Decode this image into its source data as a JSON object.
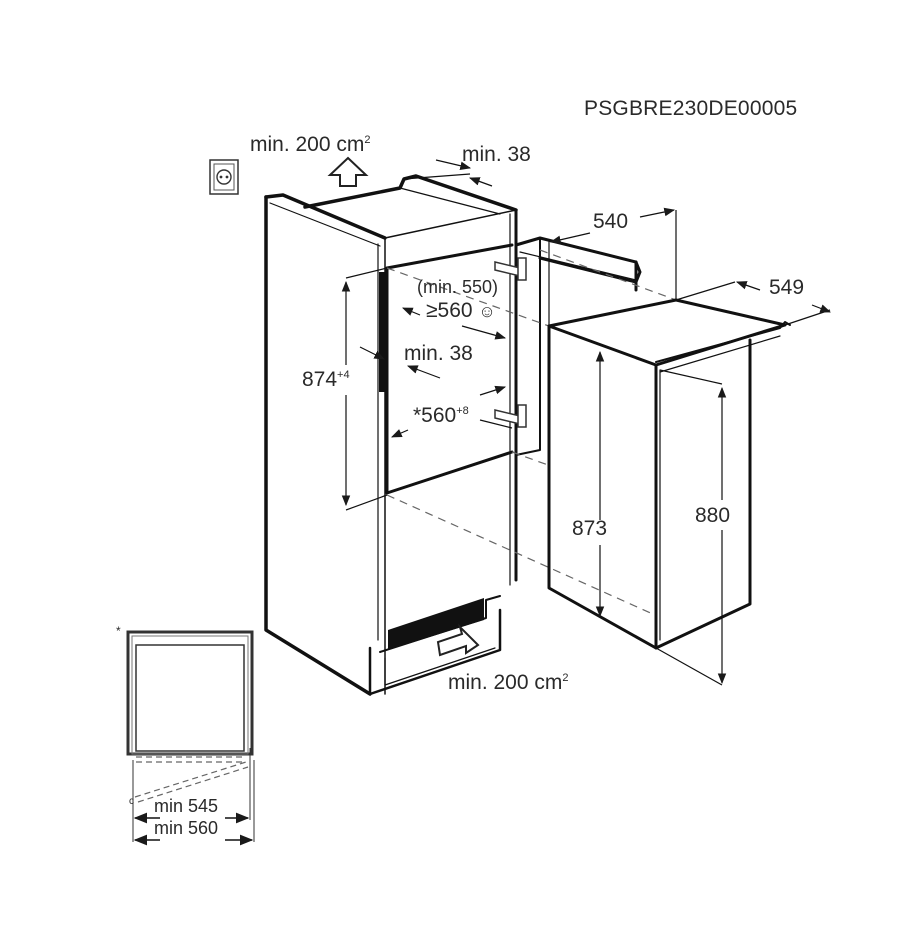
{
  "diagram": {
    "code": "PSGBRE230DE00005",
    "labels": {
      "vent_top": "min. 200 cm",
      "vent_top_sup": "2",
      "gap_top": "min. 38",
      "width_540": "540",
      "depth_549": "549",
      "niche_depth_alt": "(min. 550)",
      "niche_depth": "≥560",
      "niche_depth_icon": "☺",
      "side_gap": "min. 38",
      "niche_width": "*560",
      "niche_width_sup": "+8",
      "niche_height": "874",
      "niche_height_sup": "+4",
      "appliance_height": "873",
      "door_height": "880",
      "vent_bottom": "min. 200 cm",
      "vent_bottom_sup": "2",
      "asterisk": "*",
      "plan_min_545": "min 545",
      "plan_min_560": "min 560",
      "plan_c": "c"
    },
    "icons": [
      "power-socket-icon",
      "airflow-up-arrow-icon",
      "airflow-in-arrow-icon",
      "smiley-icon"
    ]
  }
}
